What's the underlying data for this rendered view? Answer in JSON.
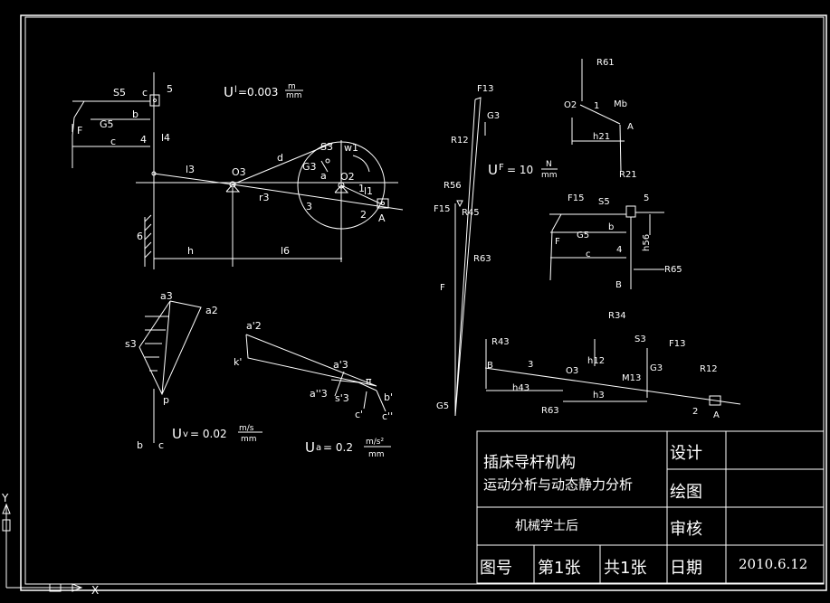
{
  "title_block": {
    "drawing_title": "插床导杆机构",
    "drawing_subtitle": "运动分析与动态静力分析",
    "author": "机械学士后",
    "label_design": "设计",
    "label_draw": "绘图",
    "label_review": "审核",
    "label_drawing_no": "图号",
    "sheet_no": "第1张",
    "sheet_total": "共1张",
    "label_date": "日期",
    "date": "2010.6.12"
  },
  "mechanism": {
    "scale_mu_l": "U",
    "scale_mu_l_sub": "l",
    "scale_mu_l_value": "=0.003",
    "scale_mu_l_num": "m",
    "scale_mu_l_den": "mm",
    "labels": {
      "S5": "S5",
      "c": "c",
      "n5": "5",
      "G5": "G5",
      "b": "b",
      "F": "F",
      "c_dim": "c",
      "n4": "4",
      "l4": "l4",
      "l3": "l3",
      "O3": "O3",
      "d": "d",
      "S3": "S3",
      "w1": "w1",
      "G3": "G3",
      "a": "a",
      "O2": "O2",
      "l1": "l1",
      "n1": "1",
      "r3": "r3",
      "n3": "3",
      "n2": "2",
      "A": "A",
      "n6": "6",
      "h": "h",
      "l6": "l6"
    }
  },
  "velocity_polygon": {
    "scale": "U",
    "scale_sub": "v",
    "scale_value": "= 0.02",
    "scale_num": "m/s",
    "scale_den": "mm",
    "labels": {
      "a3": "a3",
      "a2": "a2",
      "s3": "s3",
      "p": "p",
      "b": "b",
      "c": "c"
    }
  },
  "acceleration_polygon": {
    "scale": "U",
    "scale_sub": "a",
    "scale_value": "= 0.2",
    "scale_num": "m/s²",
    "scale_den": "mm",
    "labels": {
      "a2p": "a'2",
      "k": "k'",
      "a3p": "a'3",
      "pi": "π",
      "a3pp": "a''3",
      "s3p": "s'3",
      "bp": "b'",
      "cp": "c'",
      "cpp": "c''"
    }
  },
  "force_polygon": {
    "scale": "U",
    "scale_sub": "F",
    "scale_value": "= 10",
    "scale_num": "N",
    "scale_den": "mm",
    "labels": {
      "F13": "F13",
      "G3": "G3",
      "R12": "R12",
      "R56": "R56",
      "F15": "F15",
      "R45": "R45",
      "R63": "R63",
      "F": "F",
      "G5": "G5"
    }
  },
  "link1_fbd": {
    "labels": {
      "R61": "R61",
      "O2": "O2",
      "n1": "1",
      "Mb": "Mb",
      "A": "A",
      "h21": "h21",
      "R21": "R21"
    }
  },
  "link45_fbd": {
    "labels": {
      "F15": "F15",
      "S5": "S5",
      "n5": "5",
      "b": "b",
      "F": "F",
      "G5": "G5",
      "h56": "h56",
      "n4": "4",
      "c": "c",
      "R65": "R65",
      "B": "B",
      "R34": "R34"
    }
  },
  "link3_fbd": {
    "labels": {
      "R43": "R43",
      "S3": "S3",
      "F13": "F13",
      "B": "B",
      "n3": "3",
      "h12": "h12",
      "O3": "O3",
      "M13": "M13",
      "G3": "G3",
      "R12": "R12",
      "h43": "h43",
      "h3": "h3",
      "R63": "R63",
      "n2": "2",
      "A": "A"
    }
  },
  "ucs_icon": {
    "x_label": "X",
    "y_label": "Y"
  }
}
